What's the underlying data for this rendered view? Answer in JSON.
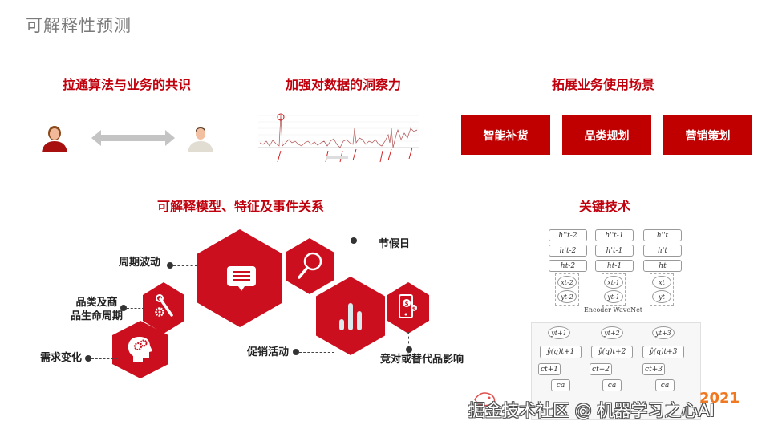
{
  "page": {
    "title": "可解释性预测",
    "accent_color": "#c00000"
  },
  "sections": {
    "consensus": {
      "title": "拉通算法与业务的共识",
      "icons": [
        "female-user-icon",
        "double-arrow-icon",
        "male-user-icon"
      ]
    },
    "insight": {
      "title": "加强对数据的洞察力",
      "chart_image": "time-series-line-chart-with-red-arrows"
    },
    "scenarios": {
      "title": "拓展业务使用场景",
      "buttons": [
        {
          "label": "智能补货"
        },
        {
          "label": "品类规划"
        },
        {
          "label": "营销策划"
        }
      ]
    },
    "model": {
      "title": "可解释模型、特征及事件关系",
      "factors": [
        {
          "label": "周期波动",
          "icon": "chat-bubble-icon"
        },
        {
          "label": "节假日",
          "icon": "magnifier-icon"
        },
        {
          "label": "品类及商\n品生命周期",
          "line1": "品类及商",
          "line2": "品生命周期",
          "icon": "wrench-gear-icon"
        },
        {
          "label": "需求变化",
          "icon": "head-gears-icon"
        },
        {
          "label": "促销活动",
          "icon": "bar-chart-icon"
        },
        {
          "label": "竞对或替代品影响",
          "icon": "phone-dollar-icon"
        }
      ]
    },
    "tech": {
      "title": "关键技术",
      "encoder": {
        "caption": "Encoder WaveNet",
        "rows": [
          [
            "h''t-2",
            "h''t-1",
            "h''t"
          ],
          [
            "h't-2",
            "h't-1",
            "h't"
          ],
          [
            "ht-2",
            "ht-1",
            "ht"
          ]
        ],
        "inputs_x": [
          "xt-2",
          "xt-1",
          "xt"
        ],
        "inputs_y": [
          "yt-2",
          "yt-1",
          "yt"
        ]
      },
      "decoder": {
        "outputs": [
          "yt+1",
          "yt+2",
          "yt+3"
        ],
        "preds": [
          "ŷ(q)t+1",
          "ŷ(q)t+2",
          "ŷ(q)t+3"
        ],
        "contexts": [
          "ct+1",
          "ct+2",
          "ct+3"
        ],
        "ca": [
          "ca",
          "ca",
          "ca"
        ]
      }
    }
  },
  "watermark": {
    "text": "掘金技术社区 @ 机器学习之心AI",
    "year": "2021"
  }
}
